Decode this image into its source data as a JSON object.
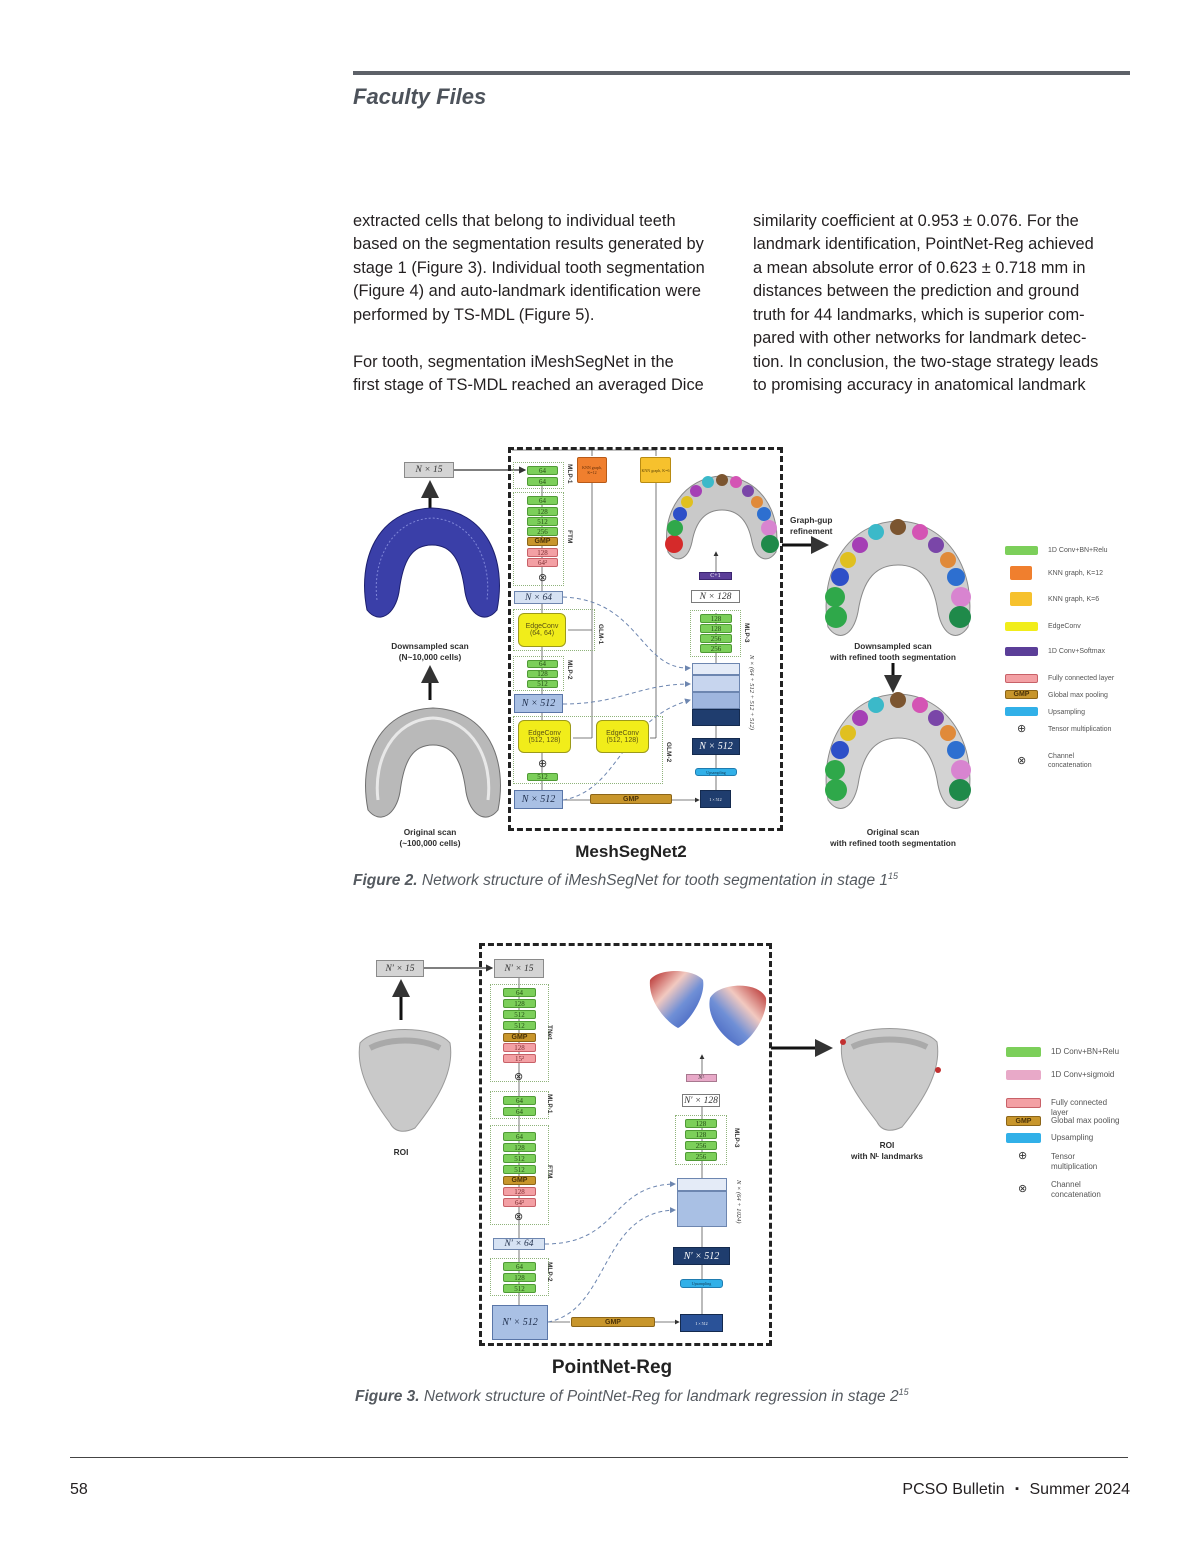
{
  "header": {
    "section": "Faculty Files"
  },
  "body": {
    "left_col": [
      "extracted cells that belong to individual teeth",
      "based on the segmentation results generated by",
      "stage 1 (Figure 3). Individual tooth segmentation",
      "(Figure 4) and auto-landmark identification were",
      "performed by TS-MDL (Figure 5).",
      "For tooth, segmentation iMeshSegNet in the",
      "first stage of TS-MDL reached an averaged Dice"
    ],
    "right_col": [
      "similarity coefficient at 0.953 ± 0.076. For the",
      "landmark identification, PointNet-Reg achieved",
      "a mean absolute error of 0.623 ± 0.718 mm in",
      "distances between the prediction and ground",
      "truth for 44 landmarks, which is superior com-",
      "pared with other networks for landmark detec-",
      "tion. In conclusion, the two-stage strategy leads",
      "to promising accuracy in anatomical landmark"
    ]
  },
  "figure2": {
    "title": "MeshSegNet2",
    "input": "N × 15",
    "mlp1": [
      "64",
      "64"
    ],
    "mlp1_label": "MLP-1",
    "ftm": [
      "64",
      "128",
      "512",
      "256",
      "GMP",
      "128",
      "64²"
    ],
    "ftm_label": "FTM",
    "n64": "N × 64",
    "knn12": "KNN graph, K=12",
    "knn6": "KNN graph, K=6",
    "edgeconv1": [
      "EdgeConv",
      "(64, 64)"
    ],
    "glm1_label": "GLM-1",
    "mlp2": [
      "64",
      "128",
      "512"
    ],
    "mlp2_label": "MLP-2",
    "n512a": "N × 512",
    "edgeconv2": [
      "EdgeConv",
      "(512, 128)"
    ],
    "edgeconv3": [
      "EdgeConv",
      "(512, 128)"
    ],
    "glm2_label": "GLM-2",
    "green512": "512",
    "n512b": "N × 512",
    "gmp": "GMP",
    "vec": "1 × 512",
    "upsampling": "Upsampling",
    "n512dark": "N × 512",
    "concat_label": "N × (64 + 512 + 512 + 512)",
    "mlp3": [
      "128",
      "128",
      "256",
      "256"
    ],
    "mlp3_label": "MLP-3",
    "n128": "N × 128",
    "c1": "C+1",
    "downsampled": [
      "Downsampled scan",
      "(N~10,000 cells)"
    ],
    "original": [
      "Original scan",
      "(~100,000 cells)"
    ],
    "refinement": [
      "Graph-gup",
      "refinement"
    ],
    "refined_down": [
      "Downsampled scan",
      "with refined tooth segmentation"
    ],
    "refined_orig": [
      "Original scan",
      "with refined tooth segmentation"
    ],
    "legend": [
      {
        "label": "1D Conv+BN+Relu",
        "color": "#7ccf5a"
      },
      {
        "label": "KNN graph, K=12",
        "color": "#f07f2e"
      },
      {
        "label": "KNN graph, K=6",
        "color": "#f6c12d"
      },
      {
        "label": "EdgeConv",
        "color": "#f1ed1a"
      },
      {
        "label": "1D Conv+Softmax",
        "color": "#5b3e98"
      },
      {
        "label": "Fully connected layer",
        "color": "#f3a0a4"
      },
      {
        "label": "Global max pooling",
        "color": "#c8962c",
        "swatch_text": "GMP"
      },
      {
        "label": "Upsampling",
        "color": "#31b0e8"
      },
      {
        "label": "Tensor multiplication",
        "symbol": "⊕"
      },
      {
        "label": "Channel concatenation",
        "symbol": "⊗"
      }
    ],
    "caption_bold": "Figure 2.",
    "caption": " Network structure of iMeshSegNet for tooth segmentation in stage 1",
    "caption_ref": "15"
  },
  "figure3": {
    "title": "PointNet-Reg",
    "input_outer": "N′ × 15",
    "input_inner": "N′ × 15",
    "tnet": [
      "64",
      "128",
      "512",
      "512",
      "GMP",
      "128",
      "15²"
    ],
    "tnet_label": "TNet",
    "mlp1": [
      "64",
      "64"
    ],
    "mlp1_label": "MLP-1",
    "ftm": [
      "64",
      "128",
      "512",
      "512",
      "GMP",
      "128",
      "64²"
    ],
    "ftm_label": "FTM",
    "n64": "N′ × 64",
    "mlp2": [
      "64",
      "128",
      "512"
    ],
    "mlp2_label": "MLP-2",
    "n512": "N′ × 512",
    "gmp": "GMP",
    "vec": "1 × 512",
    "upsampling": "Upsampling",
    "n512dark": "N′ × 512",
    "concat_label": "N × (64 + 1024)",
    "mlp3": [
      "128",
      "128",
      "256",
      "256"
    ],
    "mlp3_label": "MLP-3",
    "n128": "N′ × 128",
    "nl": "Nᴸ",
    "roi": "ROI",
    "roi_landmarks": [
      "ROI",
      "with Nᴸ landmarks"
    ],
    "legend": [
      {
        "label": "1D Conv+BN+Relu",
        "color": "#7ccf5a"
      },
      {
        "label": "1D Conv+sigmoid",
        "color": "#e8a9c8"
      },
      {
        "label": "Fully connected layer",
        "color": "#f3a0a4"
      },
      {
        "label": "Global max pooling",
        "color": "#c8962c",
        "swatch_text": "GMP"
      },
      {
        "label": "Upsampling",
        "color": "#31b0e8"
      },
      {
        "label": "Tensor multiplication",
        "symbol": "⊕"
      },
      {
        "label": "Channel concatenation",
        "symbol": "⊗"
      }
    ],
    "caption_bold": "Figure 3.",
    "caption": " Network structure of PointNet-Reg for landmark regression in stage 2",
    "caption_ref": "15"
  },
  "footer": {
    "page": "58",
    "publication": "PCSO Bulletin",
    "separator": "▪",
    "issue": "Summer 2024"
  }
}
